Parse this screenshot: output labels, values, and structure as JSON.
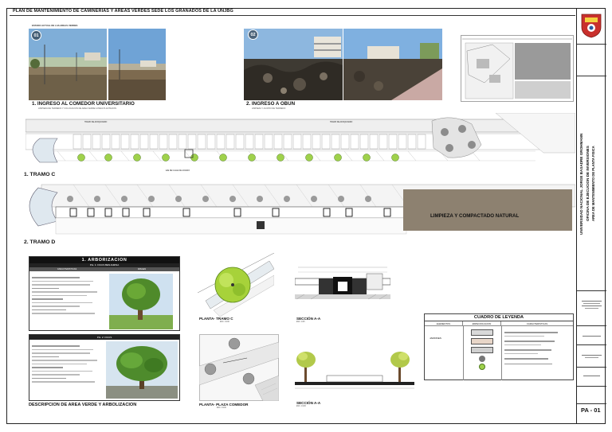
{
  "header": {
    "title": "PLAN DE MANTENIMIENTO DE CAMINERIAS Y AREAS VERDES SEDE LOS GRANADOS DE LA UNJBG",
    "photos_subheader": "ESTADO ACTUAL DE LAS AREAS VERDES"
  },
  "photos": {
    "badge_1": "01",
    "badge_2": "02",
    "caption_1": "1. INGRESO AL COMEDOR UNIVERSITARIO",
    "subcaption_1": "LIMPIEZA DE TERRENO Y COLOCACION DE AREA VERDE A PARA PLANTACION",
    "caption_2": "2. INGRESO A OBUN",
    "subcaption_2": "LIMPIEZA Y ACOPIO DE TERRENO"
  },
  "plans": {
    "tramo_c": "1.  TRAMO C",
    "tramo_d": "2.  TRAMO D",
    "cleaning_label": "LIMPIEZA Y COMPACTADO NATURAL",
    "plan_tag_1": "TRAMO DE ADOQUINADO",
    "plan_tag_2": "TRAMO DE ADOQUINADO",
    "plan_tag_3": "EJE DE CALLE DE ACCESO"
  },
  "arborization": {
    "title": "1. ARBORIZACION",
    "card1_heading": "P.E. 1: FICUS BENJAMINA",
    "card1_col1": "CARACTERISTICAS",
    "card1_col2": "IMAGEN",
    "card2_heading": "P.E. 2: FICUS",
    "footer": "DESCRIPCION DE AREA VERDE Y ARBOLIZACION"
  },
  "drawings": {
    "planta_tramo_c": "PLANTA- TRAMO C",
    "planta_tramo_c_scale": "ESC. 1/100",
    "planta_plaza": "PLANTA- PLAZA COMEDOR",
    "planta_plaza_scale": "ESC. 1/100",
    "seccion_1": "SECCIÓN A-A",
    "seccion_1_scale": "ESC. 1/25",
    "seccion_2": "SECCIÓN A-A",
    "seccion_2_scale": "ESC. 1/100"
  },
  "legend": {
    "title": "CUADRO DE LEYENDA",
    "col_1": "ELEMENTOS",
    "col_2": "ESPECIFICACION",
    "col_3": "CARACTERISTICAS",
    "row_label": "JARDINES"
  },
  "title_block": {
    "university": "UNIVERSIDAD NACIONAL JORGE BASADRE GROHMANN",
    "office": "OFICINA DE EJECUCION DE INVERSIONES",
    "area": "AREA DE MANTENIMIENTO DE PLANTA FISICA",
    "sheet_code": "PA - 01"
  },
  "colors": {
    "grass": "#9fd14b",
    "foliage": "#a7d23a",
    "paving": "#d9d9d9",
    "soil": "#8d8170",
    "border": "#222222"
  }
}
